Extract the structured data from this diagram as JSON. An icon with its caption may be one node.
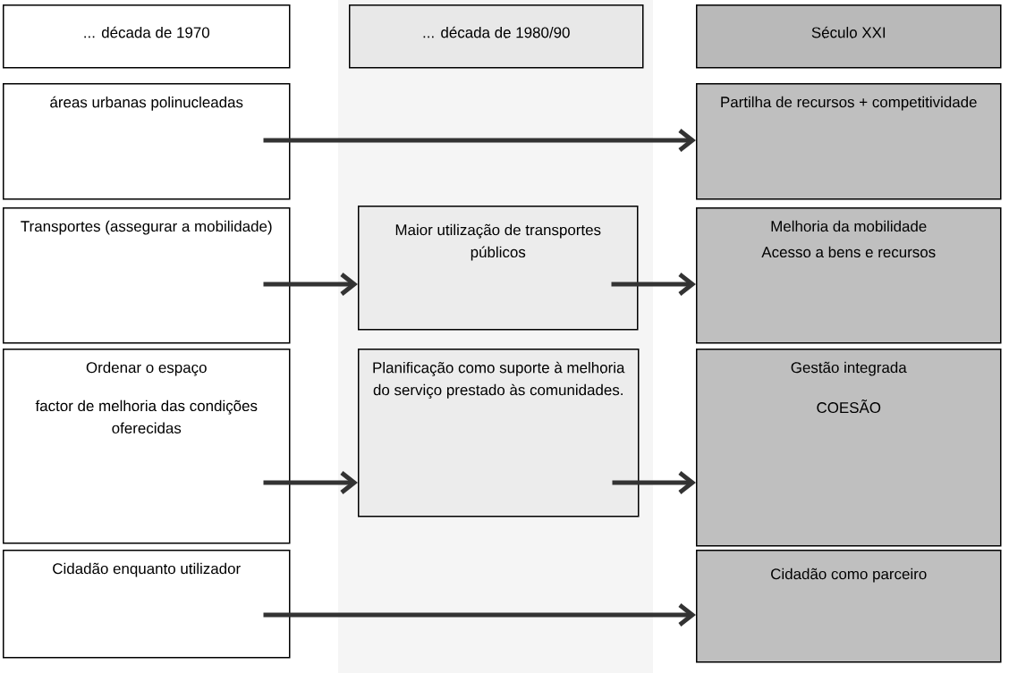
{
  "diagram": {
    "nodes": [
      {
        "text": [
          "... década de 1970"
        ]
      },
      {
        "text": [
          "... década de 1980/90"
        ]
      },
      {
        "text": [
          "Século XXI"
        ]
      },
      {
        "text": [
          "áreas urbanas polinucleadas"
        ]
      },
      {
        "text": [
          "Partilha de recursos + competitividade"
        ]
      },
      {
        "text": [
          "Transportes (assegurar a mobilidade)"
        ]
      },
      {
        "text": [
          "Maior utilização de transportes públicos"
        ]
      },
      {
        "text": [
          "Melhoria da mobilidade",
          "Acesso a bens e recursos"
        ]
      },
      {
        "text": [
          "Ordenar o espaço",
          "factor de melhoria das condições oferecidas"
        ]
      },
      {
        "text": [
          "Planificação como suporte à melhoria do serviço prestado às comunidades."
        ]
      },
      {
        "text": [
          "Gestão integrada",
          "COESÃO"
        ]
      },
      {
        "text": [
          "Cidadão enquanto utilizador"
        ]
      },
      {
        "text": [
          "Cidadão como parceiro"
        ]
      }
    ],
    "edges": [
      {
        "from": 3,
        "to": 4,
        "arrow": "to"
      },
      {
        "from": 5,
        "to": 6,
        "arrow": "to"
      },
      {
        "from": 6,
        "to": 7,
        "arrow": "to"
      },
      {
        "from": 8,
        "to": 9,
        "arrow": "to"
      },
      {
        "from": 9,
        "to": 10,
        "arrow": "to"
      },
      {
        "from": 11,
        "to": 12,
        "arrow": "to"
      }
    ]
  }
}
